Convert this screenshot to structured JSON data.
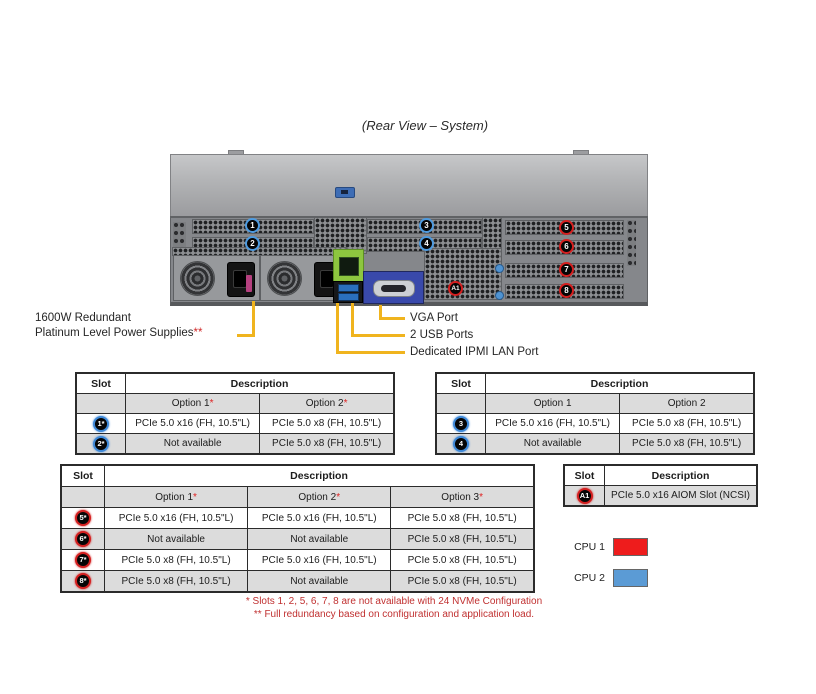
{
  "title": "(Rear View – System)",
  "server": {
    "badges": {
      "b1": "1",
      "b2": "2",
      "b3": "3",
      "b4": "4",
      "b5": "5",
      "b6": "6",
      "b7": "7",
      "b8": "8",
      "a1": "A1"
    }
  },
  "labels": {
    "psu_line1": "1600W Redundant",
    "psu_line2": "Platinum Level Power Supplies",
    "psu_suffix": "**",
    "vga": "VGA Port",
    "usb": "2 USB Ports",
    "ipmi": "Dedicated IPMI LAN Port"
  },
  "tables": {
    "t1": {
      "slot_header": "Slot",
      "desc_header": "Description",
      "badge_color": "blue",
      "options": [
        {
          "label": "Option 1",
          "star": true
        },
        {
          "label": "Option 2",
          "star": true
        }
      ],
      "rows": [
        {
          "slot": "1*",
          "shaded": false,
          "cells": [
            "PCIe 5.0 x16 (FH, 10.5\"L)",
            "PCIe 5.0 x8 (FH, 10.5\"L)"
          ]
        },
        {
          "slot": "2*",
          "shaded": true,
          "cells": [
            "Not available",
            "PCIe 5.0 x8 (FH, 10.5\"L)"
          ]
        }
      ]
    },
    "t2": {
      "slot_header": "Slot",
      "desc_header": "Description",
      "badge_color": "blue",
      "options": [
        {
          "label": "Option 1",
          "star": false
        },
        {
          "label": "Option 2",
          "star": false
        }
      ],
      "rows": [
        {
          "slot": "3",
          "shaded": false,
          "cells": [
            "PCIe 5.0 x16 (FH, 10.5\"L)",
            "PCIe 5.0 x8 (FH, 10.5\"L)"
          ]
        },
        {
          "slot": "4",
          "shaded": true,
          "cells": [
            "Not available",
            "PCIe 5.0 x8 (FH, 10.5\"L)"
          ]
        }
      ]
    },
    "t3": {
      "slot_header": "Slot",
      "desc_header": "Description",
      "badge_color": "red",
      "options": [
        {
          "label": "Option 1",
          "star": true
        },
        {
          "label": "Option 2",
          "star": true
        },
        {
          "label": "Option 3",
          "star": true
        }
      ],
      "rows": [
        {
          "slot": "5*",
          "shaded": false,
          "cells": [
            "PCIe 5.0 x16 (FH, 10.5\"L)",
            "PCIe 5.0 x16 (FH, 10.5\"L)",
            "PCIe 5.0 x8 (FH, 10.5\"L)"
          ]
        },
        {
          "slot": "6*",
          "shaded": true,
          "cells": [
            "Not available",
            "Not available",
            "PCIe 5.0 x8 (FH, 10.5\"L)"
          ]
        },
        {
          "slot": "7*",
          "shaded": false,
          "cells": [
            "PCIe 5.0 x8 (FH, 10.5\"L)",
            "PCIe 5.0 x16 (FH, 10.5\"L)",
            "PCIe 5.0 x8 (FH, 10.5\"L)"
          ]
        },
        {
          "slot": "8*",
          "shaded": true,
          "cells": [
            "PCIe 5.0 x8 (FH, 10.5\"L)",
            "Not available",
            "PCIe 5.0 x8 (FH, 10.5\"L)"
          ]
        }
      ]
    },
    "t4": {
      "slot_header": "Slot",
      "desc_header": "Description",
      "badge_color": "red",
      "options": null,
      "rows": [
        {
          "slot": "A1",
          "shaded": true,
          "cells": [
            "PCIe 5.0 x16 AIOM Slot (NCSI)"
          ]
        }
      ]
    }
  },
  "legend": [
    {
      "label": "CPU 1",
      "color": "#ee1c1c"
    },
    {
      "label": "CPU 2",
      "color": "#5b9bd5"
    }
  ],
  "footnotes": [
    "* Slots 1, 2, 5, 6, 7, 8 are not available with 24 NVMe Configuration",
    "** Full redundancy based on configuration and application load."
  ],
  "colors": {
    "callout_yellow": "#f0b41e",
    "footnote_red": "#c03030"
  }
}
